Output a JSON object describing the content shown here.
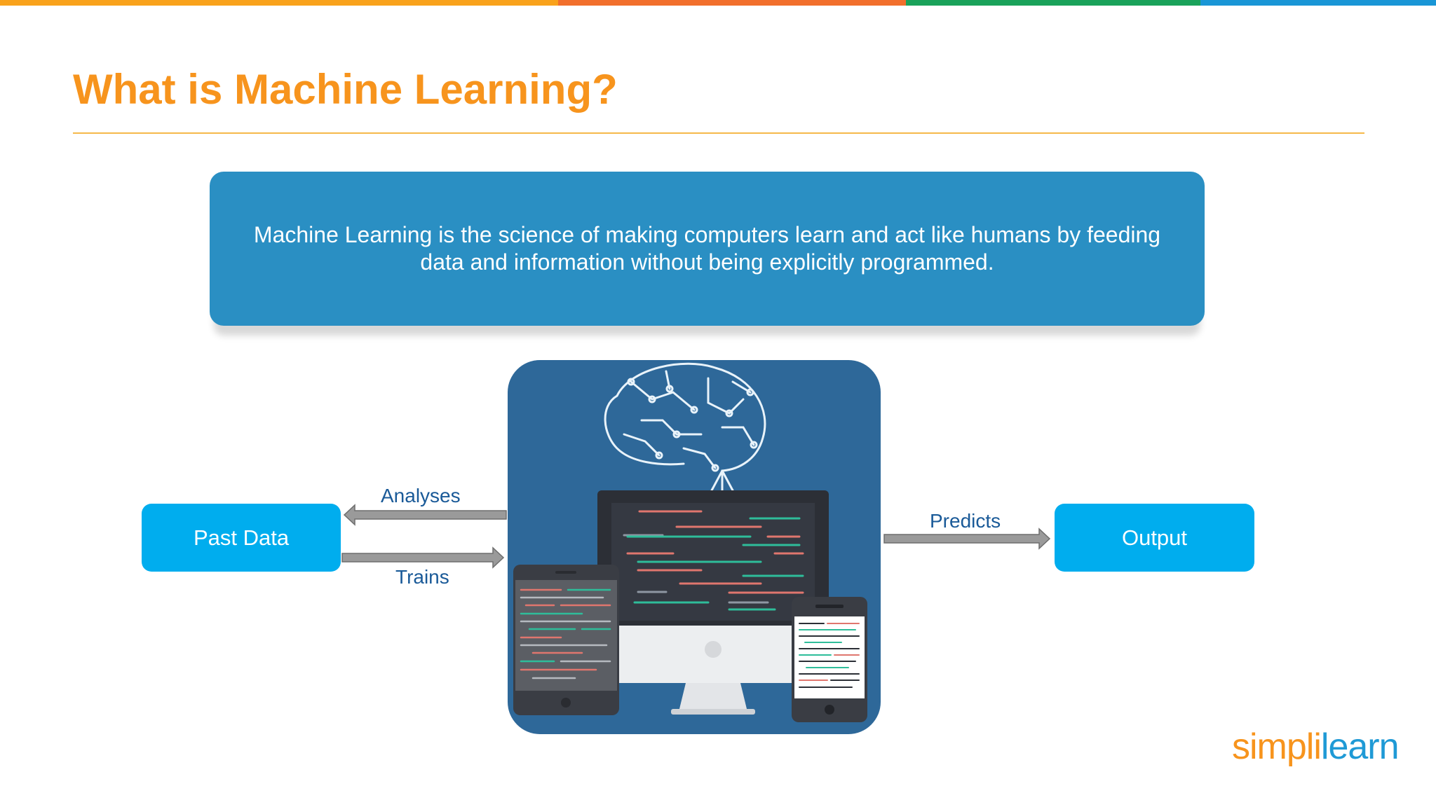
{
  "header": {
    "title": "What is Machine Learning?",
    "stripe_colors": [
      "#f9a21b",
      "#f26f2c",
      "#1aa25a",
      "#1996d6"
    ]
  },
  "definition": {
    "text": "Machine Learning is the science of making computers learn and act like humans by feeding data and information without being explicitly programmed."
  },
  "diagram": {
    "input_label": "Past Data",
    "output_label": "Output",
    "arrow_analyses": "Analyses",
    "arrow_trains": "Trains",
    "arrow_predicts": "Predicts",
    "illustration": "brain-circuit-over-computer-devices"
  },
  "logo": {
    "part1": "simpli",
    "part2": "learn"
  },
  "colors": {
    "title": "#f7941d",
    "definition_box": "#2a8fc3",
    "pill": "#00adee",
    "arrow_text": "#1a5a98",
    "illustration_bg": "#2e6899"
  }
}
